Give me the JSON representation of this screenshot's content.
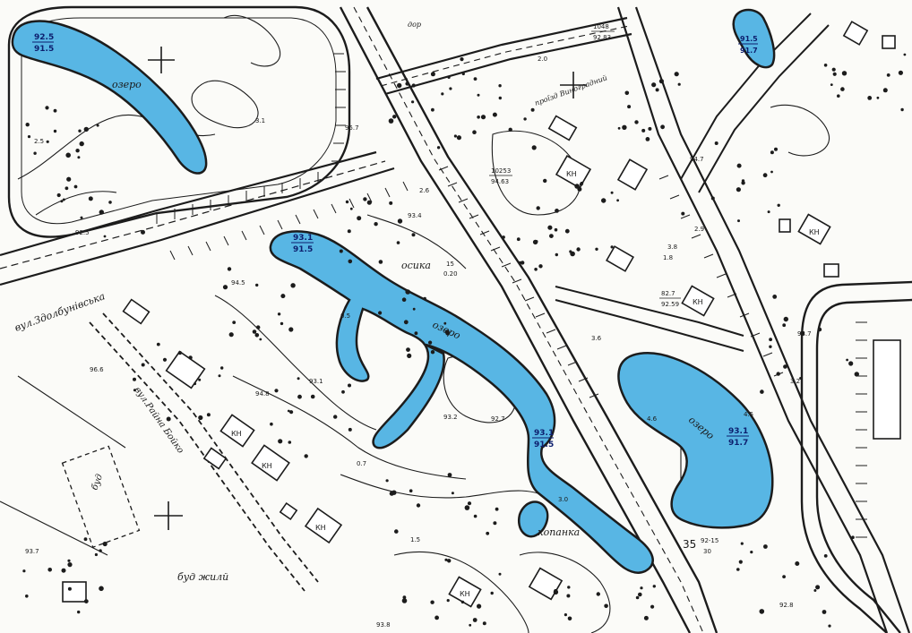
{
  "colors": {
    "water": "#58b6e4",
    "ink": "#1c1c1c",
    "paper": "#fbfbf8",
    "label_blue": "#0d1f6e"
  },
  "labels": {
    "lake": "озеро",
    "street_main": "вул.Здолбунівська",
    "street_side": "вул.Райна Бойко",
    "construction": "буд жилй",
    "construction_box": "буд",
    "aspen": "осика",
    "aspen_size_top": "15",
    "aspen_size_bottom": "0.20",
    "pit": "копанка",
    "pit_level": "3.0",
    "res_house": "КН",
    "road_name_top": "проїзд Виноградний",
    "road_top_left": "дор",
    "garage_short": "КН"
  },
  "lake_marks": [
    {
      "top": "92.5",
      "bottom": "91.5"
    },
    {
      "top": "93.1",
      "bottom": "91.5"
    },
    {
      "top": "91.5",
      "bottom": "91.7"
    },
    {
      "top": "93.1",
      "bottom": "91.7"
    },
    {
      "top": "93.1",
      "bottom": "91.5"
    }
  ],
  "spot_heights": [
    "93.4",
    "94.5",
    "94.8",
    "93.2",
    "92.7",
    "93.1",
    "92.5",
    "95.7",
    "93.7",
    "94.7",
    "92.8",
    "96.6",
    "93.7",
    "93.8"
  ],
  "benchmarks": [
    {
      "top": "10253",
      "bottom": "94.63"
    },
    {
      "top": "1048",
      "bottom": "92.83"
    },
    {
      "top": "82.7",
      "bottom": "92.59"
    }
  ],
  "small_labels": [
    "2.6",
    "3.1",
    "4.6",
    "1.5",
    "0.7",
    "2.5",
    "3.6",
    "3.2",
    "3.8",
    "2.0",
    "4.5",
    "0.5",
    "1.8",
    "2.9",
    "35"
  ],
  "well_label": "35",
  "well_sub_top": "92-15",
  "well_sub_bottom": "30"
}
